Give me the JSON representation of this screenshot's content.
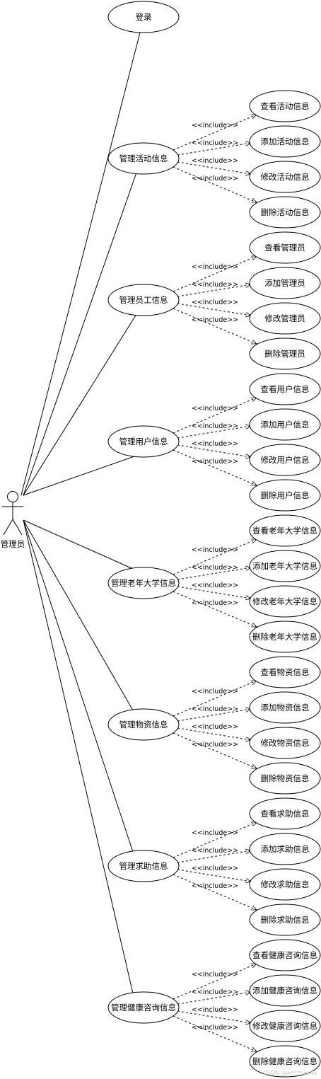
{
  "actor": {
    "name": "管理员"
  },
  "login": {
    "label": "登录"
  },
  "include_label": "<<include>>",
  "groups": [
    {
      "parent": "管理活动信息",
      "children": [
        "查看活动信息",
        "添加活动信息",
        "修改活动信息",
        "删除活动信息"
      ]
    },
    {
      "parent": "管理员工信息",
      "children": [
        "查看管理员",
        "添加管理员",
        "修改管理员",
        "删除管理员"
      ]
    },
    {
      "parent": "管理用户信息",
      "children": [
        "查看用户信息",
        "添加用户信息",
        "修改用户信息",
        "删除用户信息"
      ]
    },
    {
      "parent": "管理老年大学信息",
      "children": [
        "查看老年大学信息",
        "添加老年大学信息",
        "修改老年大学信息",
        "删除老年大学信息"
      ]
    },
    {
      "parent": "管理物资信息",
      "children": [
        "查看物资信息",
        "添加物资信息",
        "修改物资信息",
        "删除物资信息"
      ]
    },
    {
      "parent": "管理求助信息",
      "children": [
        "查看求助信息",
        "添加求助信息",
        "修改求助信息",
        "删除求助信息"
      ]
    },
    {
      "parent": "管理健康咨询信息",
      "children": [
        "查看健康咨询信息",
        "添加健康咨询信息",
        "修改健康咨询信息",
        "删除健康咨询信息"
      ]
    }
  ],
  "watermark": "CSDN @w****ee44"
}
